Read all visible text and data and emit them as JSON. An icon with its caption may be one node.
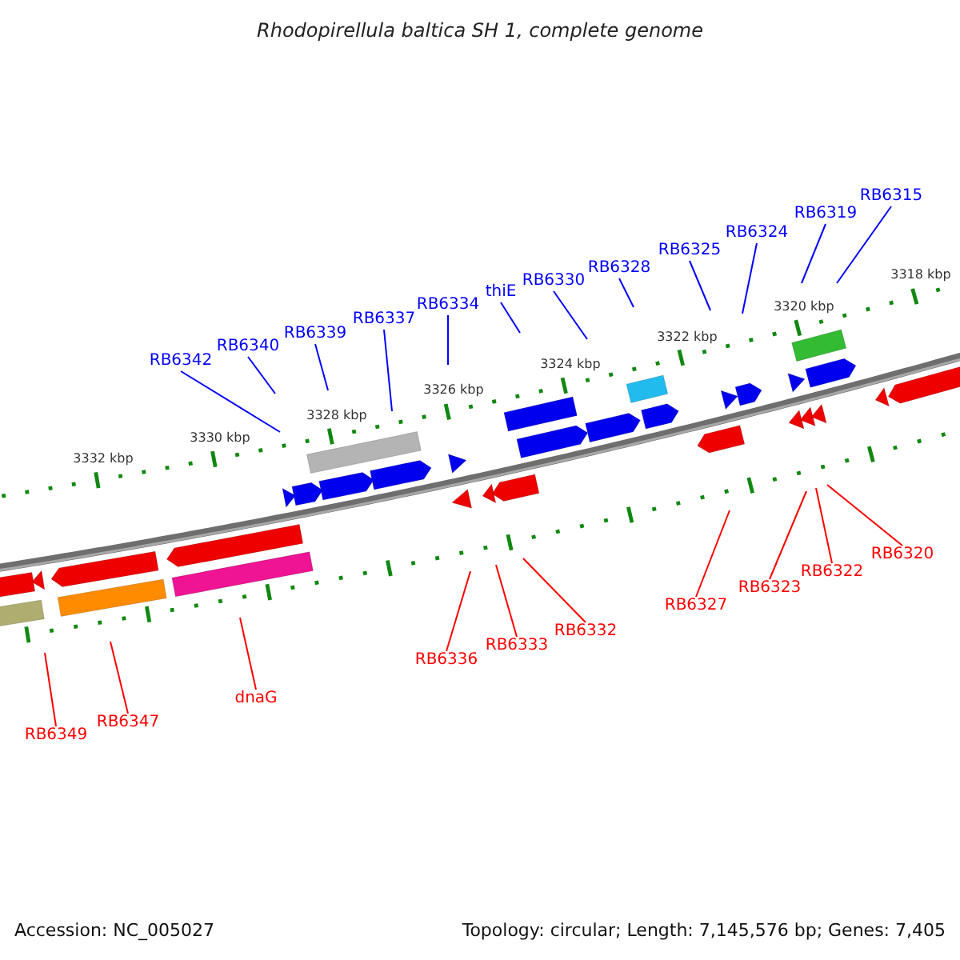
{
  "diagram": {
    "title": "Rhodopirellula baltica SH 1, complete genome",
    "nodes": [
      {
        "text": [
          "RB6342"
        ]
      },
      {
        "text": [
          "RB6340"
        ]
      },
      {
        "text": [
          "RB6339"
        ]
      },
      {
        "text": [
          "RB6337"
        ]
      },
      {
        "text": [
          "RB6334"
        ]
      },
      {
        "text": [
          "thiE"
        ]
      },
      {
        "text": [
          "RB6330"
        ]
      },
      {
        "text": [
          "RB6328"
        ]
      },
      {
        "text": [
          "RB6325"
        ]
      },
      {
        "text": [
          "RB6324"
        ]
      },
      {
        "text": [
          "RB6319"
        ]
      },
      {
        "text": [
          "RB6315"
        ]
      },
      {
        "text": [
          "RB6349"
        ]
      },
      {
        "text": [
          "RB6347"
        ]
      },
      {
        "text": [
          "dnaG"
        ]
      },
      {
        "text": [
          "RB6336"
        ]
      },
      {
        "text": [
          "RB6333"
        ]
      },
      {
        "text": [
          "RB6332"
        ]
      },
      {
        "text": [
          "RB6327"
        ]
      },
      {
        "text": [
          "RB6323"
        ]
      },
      {
        "text": [
          "RB6322"
        ]
      },
      {
        "text": [
          "RB6320"
        ]
      }
    ],
    "edges": [
      {
        "from": 0,
        "to": null,
        "arrow": "none"
      },
      {
        "from": 1,
        "to": null,
        "arrow": "none"
      },
      {
        "from": 2,
        "to": null,
        "arrow": "none"
      },
      {
        "from": 3,
        "to": null,
        "arrow": "none"
      },
      {
        "from": 4,
        "to": null,
        "arrow": "none"
      },
      {
        "from": 5,
        "to": null,
        "arrow": "none"
      },
      {
        "from": 6,
        "to": null,
        "arrow": "none"
      },
      {
        "from": 7,
        "to": null,
        "arrow": "none"
      },
      {
        "from": 8,
        "to": null,
        "arrow": "none"
      },
      {
        "from": 9,
        "to": null,
        "arrow": "none"
      },
      {
        "from": 10,
        "to": null,
        "arrow": "none"
      },
      {
        "from": 11,
        "to": null,
        "arrow": "none"
      },
      {
        "from": 12,
        "to": null,
        "arrow": "none",
        "color": "#ff0000"
      },
      {
        "from": 13,
        "to": null,
        "arrow": "none",
        "color": "#ff0000"
      },
      {
        "from": 14,
        "to": null,
        "arrow": "none",
        "color": "#ff0000"
      },
      {
        "from": 15,
        "to": null,
        "arrow": "none",
        "color": "#ff0000"
      },
      {
        "from": 16,
        "to": null,
        "arrow": "none",
        "color": "#ff0000"
      },
      {
        "from": 17,
        "to": null,
        "arrow": "none",
        "color": "#ff0000"
      },
      {
        "from": 18,
        "to": null,
        "arrow": "none",
        "color": "#ff0000"
      },
      {
        "from": 19,
        "to": null,
        "arrow": "none",
        "color": "#ff0000"
      },
      {
        "from": 20,
        "to": null,
        "arrow": "none",
        "color": "#ff0000"
      },
      {
        "from": 21,
        "to": null,
        "arrow": "none",
        "color": "#ff0000"
      }
    ],
    "labels": [
      "3332 kbp",
      "3330 kbp",
      "3328 kbp",
      "3326 kbp",
      "3324 kbp",
      "3322 kbp",
      "3320 kbp",
      "3318 kbp",
      "Accession: NC_005027",
      "Topology: circular; Length: 7,145,576 bp; Genes: 7,405"
    ]
  }
}
